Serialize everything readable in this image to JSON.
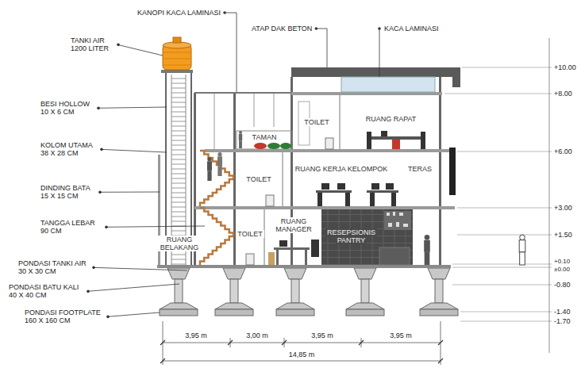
{
  "diagram": {
    "nodes": [
      {
        "text": [
          "TOILET"
        ]
      },
      {
        "text": [
          "RUANG RAPAT"
        ]
      },
      {
        "text": [
          "TAMAN"
        ]
      },
      {
        "text": [
          "TOILET"
        ]
      },
      {
        "text": [
          "RUANG KERJA KELOMPOK"
        ]
      },
      {
        "text": [
          "TERAS"
        ]
      },
      {
        "text": [
          "RUANG BELAKANG"
        ]
      },
      {
        "text": [
          "TOILET"
        ]
      },
      {
        "text": [
          "RUANG MANAGER"
        ]
      },
      {
        "text": [
          "RESEPSIONIS",
          "PANTRY"
        ]
      }
    ],
    "labels": [
      "KANOPI KACA LAMINASI",
      "ATAP DAK BETON",
      "KACA LAMINASI",
      "TANKI AIR 1200 LITER",
      "BESI HOLLOW 10 X 6 CM",
      "KOLOM UTAMA 38 X 28 CM",
      "DINDING BATA 15 X 15 CM",
      "TANGGA LEBAR 90 CM",
      "PONDASI TANKI AIR 30 X 30 CM",
      "PONDASI BATU KALI 40 X 40 CM",
      "PONDASI FOOTPLATE 160 X 160 CM",
      "+10.00",
      "+8.00",
      "+6.00",
      "+3.00",
      "+1.50",
      "+0.10",
      "±0.00",
      "-0.80",
      "-1.40",
      "-1.70",
      "3,95 m",
      "3,00 m",
      "3,95 m",
      "3,95 m",
      "14,85 m"
    ]
  }
}
